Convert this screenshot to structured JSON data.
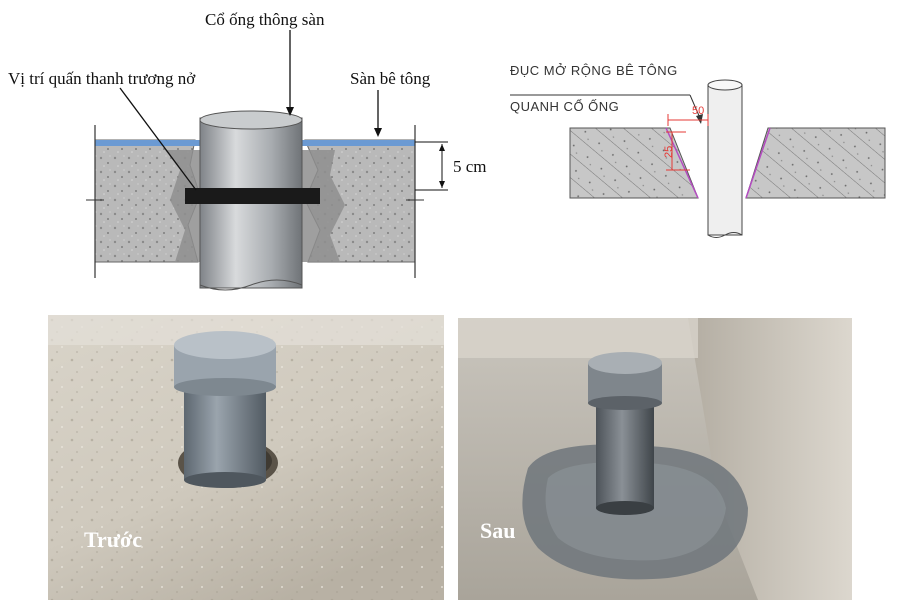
{
  "left_diagram": {
    "pipe_sleeve_label": "Cổ ống thông sàn",
    "anchor_position_label": "Vị trí quấn thanh trương nở",
    "concrete_slab_label": "Sàn bê tông",
    "depth_label": "5 cm"
  },
  "right_diagram": {
    "line1": "ĐỤC MỞ RỘNG BÊ TÔNG",
    "line2": "QUANH CỔ ỐNG",
    "dim_horizontal": "50",
    "dim_vertical": "25"
  },
  "photos": {
    "before_label": "Trước",
    "after_label": "Sau"
  },
  "colors": {
    "concrete": "#b5b5b5",
    "pipe": "#a9adb1",
    "band": "#1a1a1a",
    "water": "#6b9ad3",
    "dim_red": "#e53935",
    "cut_purple": "#b44bc1"
  }
}
